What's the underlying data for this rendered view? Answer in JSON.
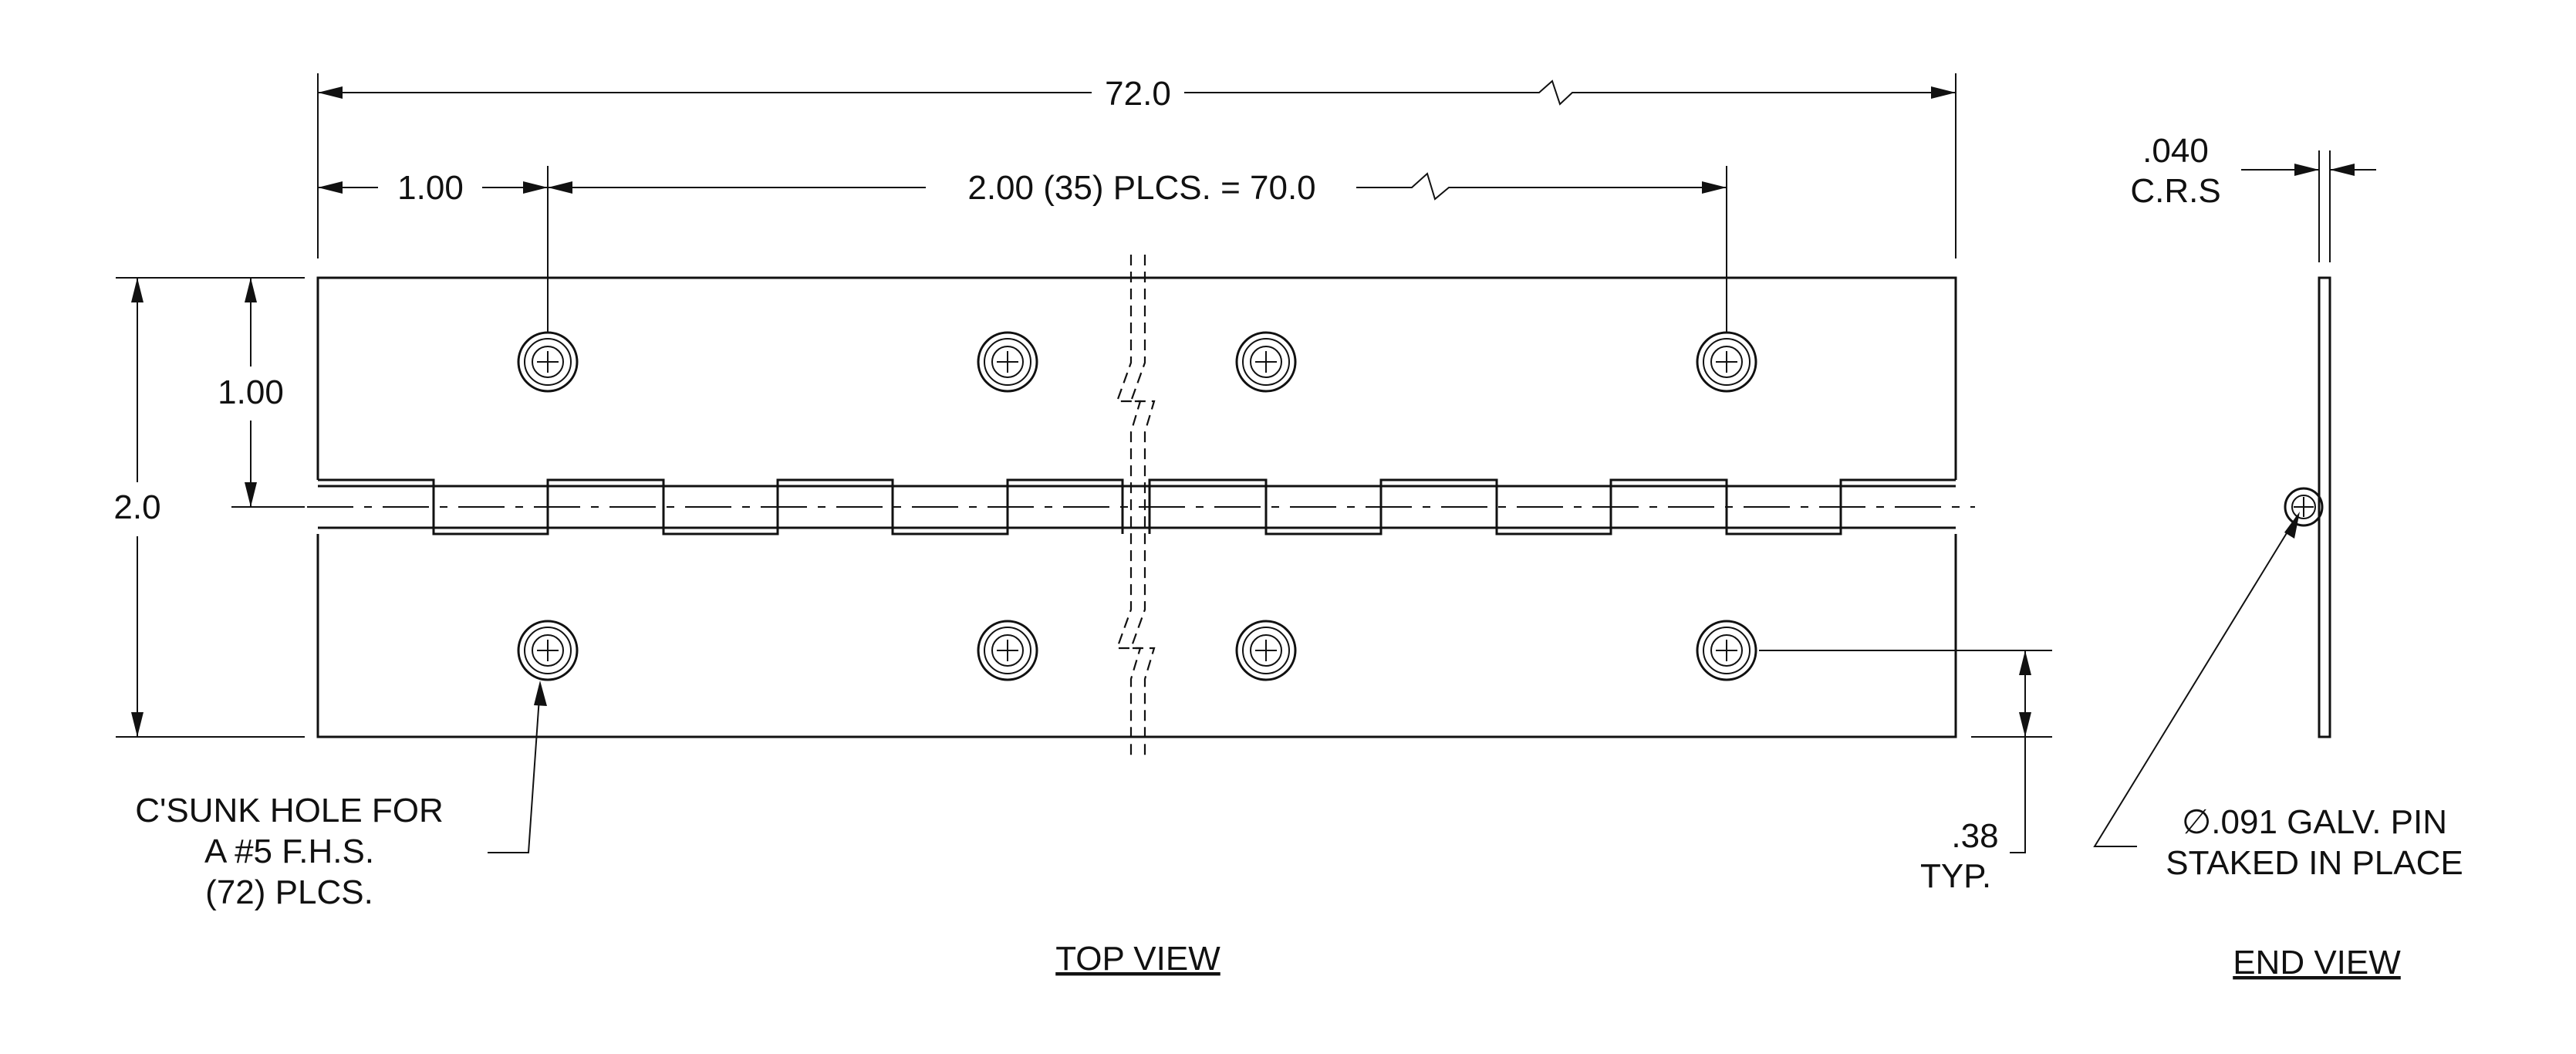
{
  "dimensions": {
    "overall_length": "72.0",
    "end_offset": "1.00",
    "hole_spacing": "2.00 (35) PLCS. = 70.0",
    "hole_from_edge": "1.00",
    "overall_width": "2.0",
    "material_thickness_value": ".040",
    "material_thickness_material": "C.R.S",
    "hole_edge_offset_value": ".38",
    "hole_edge_offset_suffix": "TYP."
  },
  "notes": {
    "hole_note": [
      "C'SUNK HOLE FOR",
      "A #5 F.H.S.",
      "(72) PLCS."
    ],
    "pin_note": [
      "∅.091 GALV. PIN",
      "STAKED IN PLACE"
    ]
  },
  "views": {
    "top": "TOP VIEW",
    "end": "END VIEW"
  }
}
